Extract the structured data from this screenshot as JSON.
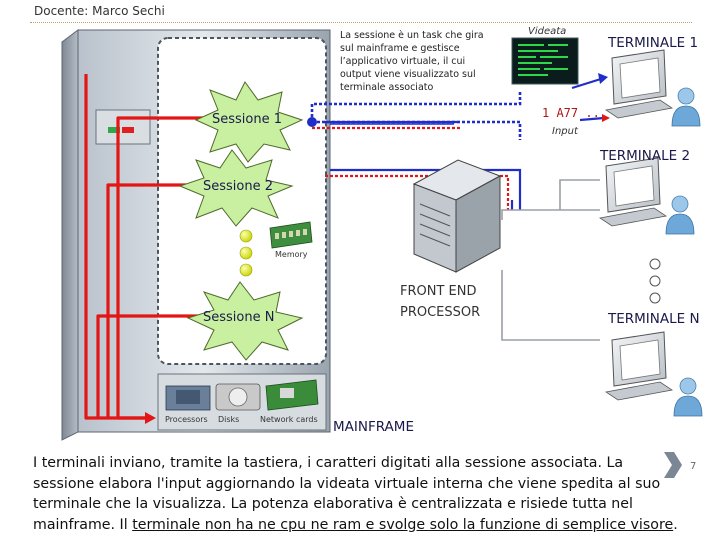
{
  "header": {
    "text": "Docente: Marco Sechi"
  },
  "diagram": {
    "session_note": "La sessione è un task che gira sul mainframe e gestisce l’applicativo virtuale, il cui output viene visualizzato sul terminale associato",
    "sessions": [
      "Sessione 1",
      "Sessione 2",
      "Sessione N"
    ],
    "videata_label": "Videata",
    "input_label": "Input",
    "typed_input": "1  A77  ..",
    "terminals": [
      "TERMINALE 1",
      "TERMINALE 2",
      "TERMINALE N"
    ],
    "fep_label_line1": "FRONT END",
    "fep_label_line2": "PROCESSOR",
    "mainframe_label": "MAINFRAME",
    "memory_label": "Memory",
    "components": [
      "Processors",
      "Disks",
      "Network cards"
    ]
  },
  "footer": {
    "text_part1": "I  terminali inviano, tramite la tastiera, i caratteri digitati alla sessione associata. La sessione elabora l'input aggiornando la videata virtuale interna che viene spedita al suo terminale che la visualizza. La potenza elaborativa è centralizzata e risiede tutta nel mainframe. Il ",
    "text_underlined": "terminale non ha ne cpu ne ram e svolge solo la funzione di semplice visore",
    "text_end": "."
  },
  "page_number": "7",
  "colors": {
    "red_line": "#e31515",
    "blue_line": "#1f2ec8",
    "session_star": "#c8f0a0",
    "memory_dot": "#e8f530"
  }
}
